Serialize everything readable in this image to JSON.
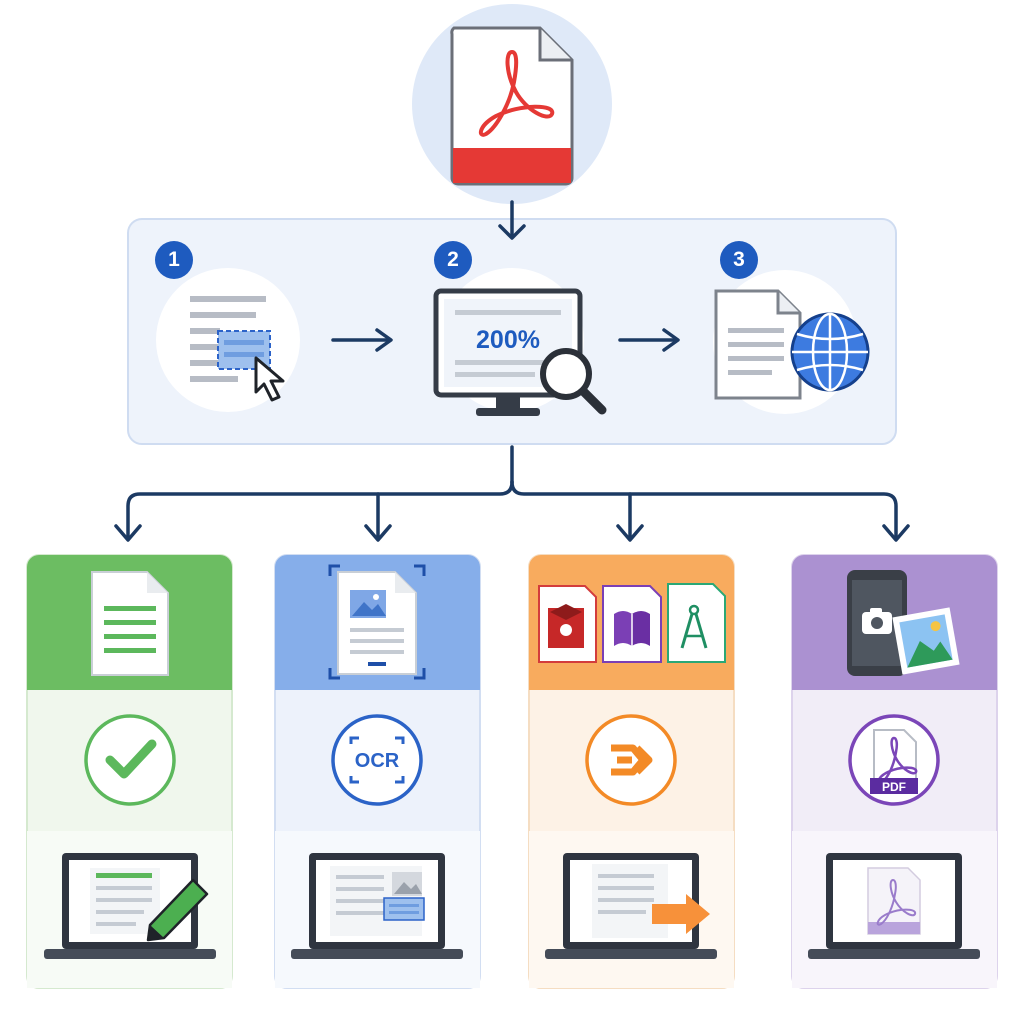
{
  "steps": {
    "step1": {
      "number": "1"
    },
    "step2": {
      "number": "2",
      "zoom_label": "200%"
    },
    "step3": {
      "number": "3"
    }
  },
  "columns": {
    "ocr": {
      "badge": "OCR"
    },
    "pdf_output": {
      "badge": "PDF"
    }
  },
  "colors": {
    "accent": "#1e5bbf",
    "arrow": "#1c3a63",
    "pdf_red": "#e53935",
    "green": "#5cb85c",
    "blue": "#7fa7e6",
    "orange": "#f7aa5c",
    "purple": "#ab91d1"
  },
  "icons": [
    "pdf-file-icon",
    "select-text-icon",
    "cursor-icon",
    "monitor-icon",
    "magnifier-icon",
    "document-icon",
    "globe-icon",
    "check-icon",
    "ocr-icon",
    "convert-icon",
    "pdf-badge-icon",
    "laptop-icon",
    "pencil-icon",
    "phone-icon",
    "camera-icon",
    "photo-icon"
  ]
}
